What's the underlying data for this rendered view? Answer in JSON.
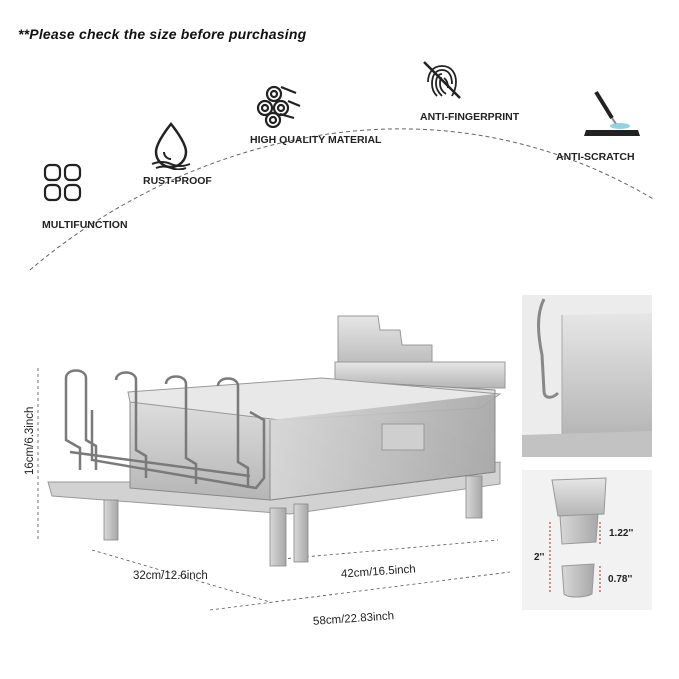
{
  "notice": "**Please check the size before purchasing",
  "features": [
    {
      "label": "MULTIFUNCTION",
      "icon": "grid-icon"
    },
    {
      "label": "RUST-PROOF",
      "icon": "water-drop-icon"
    },
    {
      "label": "HIGH QUALITY MATERIAL",
      "icon": "metal-rolls-icon"
    },
    {
      "label": "ANTI-FINGERPRINT",
      "icon": "no-fingerprint-icon"
    },
    {
      "label": "ANTI-SCRATCH",
      "icon": "scratch-tool-icon"
    }
  ],
  "dimensions": {
    "height": "16cm/6.3inch",
    "depth": "32cm/12.6inch",
    "width": "42cm/16.5inch",
    "total_width": "58cm/22.83inch"
  },
  "foot_detail": {
    "total": "2''",
    "upper": "1.22''",
    "lower": "0.78''",
    "accent": "#c0201a"
  },
  "colors": {
    "steel": "#c9c9c9",
    "steel_dark": "#9a9a9a",
    "text": "#222222"
  }
}
